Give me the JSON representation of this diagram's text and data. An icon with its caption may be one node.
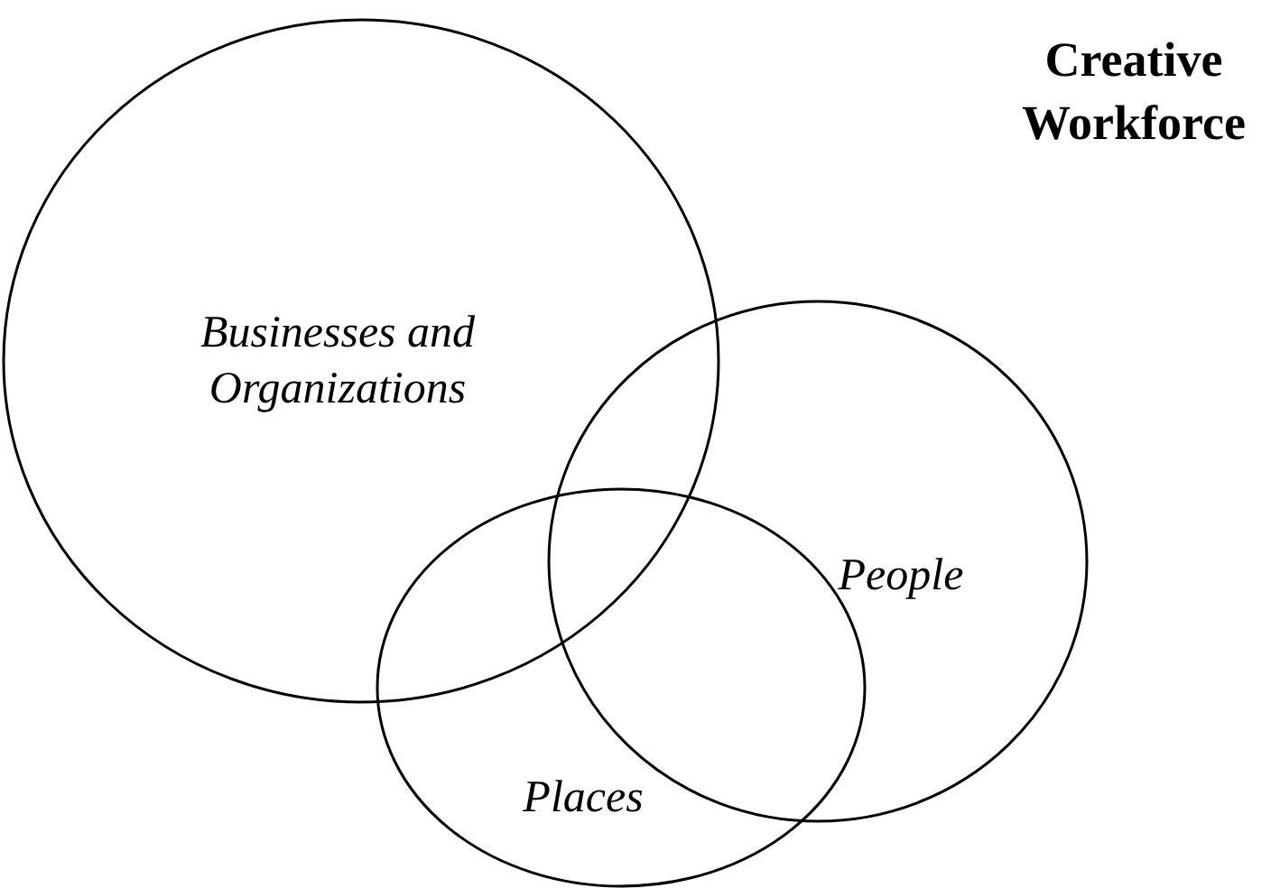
{
  "diagram": {
    "title": "Creative Workforce",
    "nodes": [
      {
        "text": [
          "Businesses and Organizations"
        ]
      },
      {
        "text": [
          "People"
        ]
      },
      {
        "text": [
          "Places"
        ]
      }
    ]
  }
}
